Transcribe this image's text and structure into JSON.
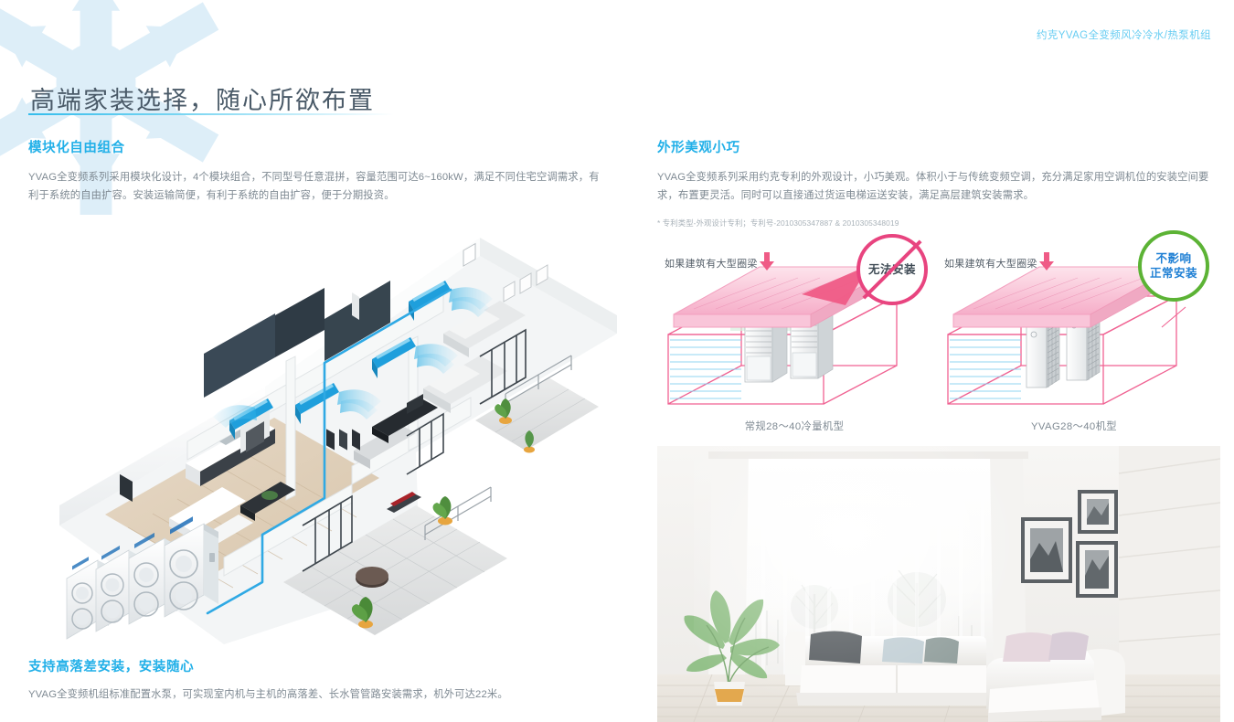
{
  "header": {
    "running_title": "约克YVAG全变频风冷冷水/热泵机组",
    "running_title_color": "#68cdf2"
  },
  "page": {
    "title": "高端家装选择，随心所欲布置",
    "title_color": "#4a5a68",
    "accent_color": "#22b0e8",
    "rule_color": "#35bdec"
  },
  "left_column": {
    "heading": "模块化自由组合",
    "body": "YVAG全变频系列采用模块化设计，4个模块组合，不同型号任意混拼，容量范围可达6~160kW，满足不同住宅空调需求，有利于系统的自由扩容。安装运输简便，有利于系统的自由扩容，便于分期投资。"
  },
  "right_column": {
    "heading": "外形美观小巧",
    "body": "YVAG全变频系列采用约克专利的外观设计，小巧美观。体积小于与传统变频空调，充分满足家用空调机位的安装空间要求，布置更灵活。同时可以直接通过货运电梯运送安装，满足高层建筑安装需求。",
    "footnote": "* 专利类型-外观设计专利；专利号-2010305347887 & 2010305348019"
  },
  "bottom_left": {
    "heading": "支持高落差安装，安装随心",
    "body": "YVAG全变频机组标准配置水泵，可实现室内机与主机的高落差、长水管管路安装需求，机外可达22米。"
  },
  "diagrams": {
    "left": {
      "beam_label": "如果建筑有大型圈梁",
      "badge_line1": "无法安装",
      "badge_border_color": "#e8447f",
      "badge_text_color": "#3f4b55",
      "caption": "常规28～40冷量机型"
    },
    "right": {
      "beam_label": "如果建筑有大型圈梁",
      "badge_line1": "不影响",
      "badge_line2": "正常安装",
      "badge_border_color": "#5cb335",
      "badge_text_color": "#1e7fd4",
      "caption": "YVAG28～40机型"
    }
  }
}
